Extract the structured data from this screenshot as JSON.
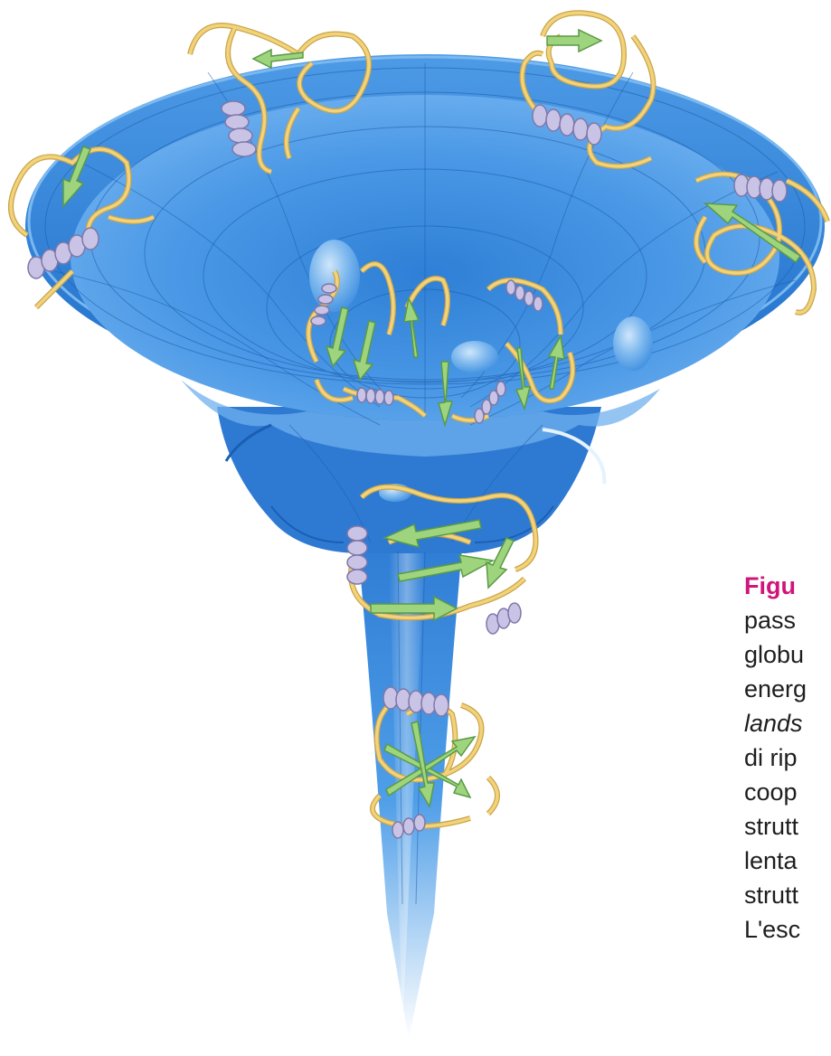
{
  "colors": {
    "funnel_main": "#3d8fe0",
    "funnel_dark": "#1e6ec9",
    "funnel_light": "#8cc4f5",
    "inner_surface": "#5aa3ea",
    "strand": "#9ed47e",
    "strand_edge": "#5a9a45",
    "loop": "#f2d27a",
    "loop_edge": "#c9a54a",
    "helix": "#c9c3e6",
    "helix_edge": "#7f77a8",
    "caption_title": "#d0157a",
    "caption_text": "#1e1e1e"
  },
  "figure": {
    "description_icons": [
      "energy-funnel",
      "protein-chain-unfolded",
      "protein-chain-molten-globule",
      "protein-chain-native"
    ]
  },
  "caption": {
    "title": "Figu",
    "lines": [
      {
        "text": "pass",
        "italic": false
      },
      {
        "text": "globu",
        "italic": false
      },
      {
        "text": "energ",
        "italic": false
      },
      {
        "text": "lands",
        "italic": true
      },
      {
        "text": "di rip",
        "italic": false
      },
      {
        "text": "coop",
        "italic": false
      },
      {
        "text": "strutt",
        "italic": false
      },
      {
        "text": "lenta",
        "italic": false
      },
      {
        "text": "strutt",
        "italic": false
      },
      {
        "text": "L'esc",
        "italic": false
      }
    ]
  }
}
